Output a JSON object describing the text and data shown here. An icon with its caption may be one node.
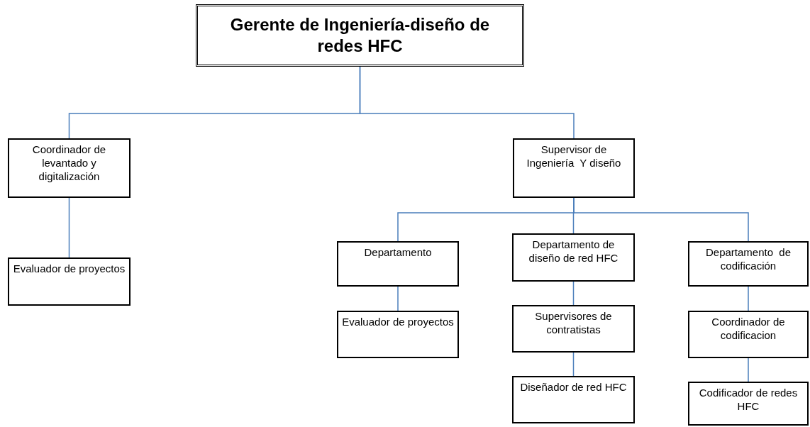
{
  "diagram": {
    "nodes": [
      {
        "text": [
          "Gerente de Ingeniería-diseño de redes HFC"
        ]
      },
      {
        "text": [
          "Coordinador de levantado y digitalización"
        ]
      },
      {
        "text": [
          "Evaluador de proyectos"
        ]
      },
      {
        "text": [
          "Supervisor de Ingeniería  Y diseño"
        ]
      },
      {
        "text": [
          "Departamento"
        ]
      },
      {
        "text": [
          "Evaluador de proyectos"
        ]
      },
      {
        "text": [
          "Departamento de diseño de red HFC"
        ]
      },
      {
        "text": [
          "Supervisores de contratistas"
        ]
      },
      {
        "text": [
          "Diseñador de red HFC"
        ]
      },
      {
        "text": [
          "Departamento  de codificación"
        ]
      },
      {
        "text": [
          "Coordinador de codificacion"
        ]
      },
      {
        "text": [
          "Codificador de redes HFC"
        ]
      }
    ],
    "edges": [
      {
        "from": 0,
        "to": 1,
        "arrow": "none"
      },
      {
        "from": 0,
        "to": 3,
        "arrow": "none"
      },
      {
        "from": 1,
        "to": 2,
        "arrow": "none"
      },
      {
        "from": 3,
        "to": 4,
        "arrow": "none"
      },
      {
        "from": 3,
        "to": 6,
        "arrow": "none"
      },
      {
        "from": 3,
        "to": 9,
        "arrow": "none"
      },
      {
        "from": 4,
        "to": 5,
        "arrow": "none"
      },
      {
        "from": 6,
        "to": 7,
        "arrow": "none"
      },
      {
        "from": 7,
        "to": 8,
        "arrow": "none"
      },
      {
        "from": 9,
        "to": 10,
        "arrow": "none"
      },
      {
        "from": 10,
        "to": 11,
        "arrow": "none"
      }
    ]
  }
}
